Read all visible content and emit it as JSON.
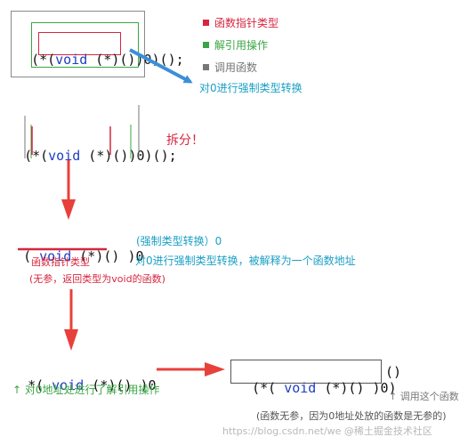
{
  "top": {
    "code": {
      "p1": "(*(",
      "kw": "void",
      "p2": " (*)()",
      "p3": ")0",
      "p4": ")();"
    },
    "legend": [
      {
        "label": "函数指针类型",
        "color": "#d6263f"
      },
      {
        "label": "解引用操作",
        "color": "#3aa544"
      },
      {
        "label": "调用函数",
        "color": "#777777"
      }
    ],
    "cast_note": "对0进行强制类型转换"
  },
  "split": {
    "code": {
      "p1": "(*(",
      "kw": "void",
      "p2": " (*)()",
      "p3": ")0",
      "p4": ")();"
    },
    "label": "拆分！"
  },
  "cast": {
    "code": {
      "open": "( ",
      "kw": "void",
      "rest": " (*)() ",
      "close": ")0"
    },
    "tag": "(强制类型转换）0",
    "type_label": "函数指针类型",
    "type_desc": "(无参，返回类型为void的函数)",
    "explain": "对0进行强制类型转换，被解释为一个函数地址"
  },
  "deref": {
    "code": {
      "pre": "*( ",
      "kw": "void",
      "rest": " (*)() )0"
    },
    "note": "↑ 对0地址处进行了解引用操作"
  },
  "call": {
    "code": {
      "pre": "(*( ",
      "kw": "void",
      "rest": " (*)() )0)"
    },
    "paren": "()",
    "note": "↑ 调用这个函数",
    "desc": "(函数无参，因为0地址处放的函数是无参的)"
  },
  "watermark": "https://blog.csdn.net/we   @稀土掘金技术社区",
  "colors": {
    "red": "#d6263f",
    "green": "#3aa544",
    "blue": "#3b8fd9",
    "gray": "#777777",
    "teal": "#1a9fc4",
    "arrow_red": "#e8403a"
  }
}
